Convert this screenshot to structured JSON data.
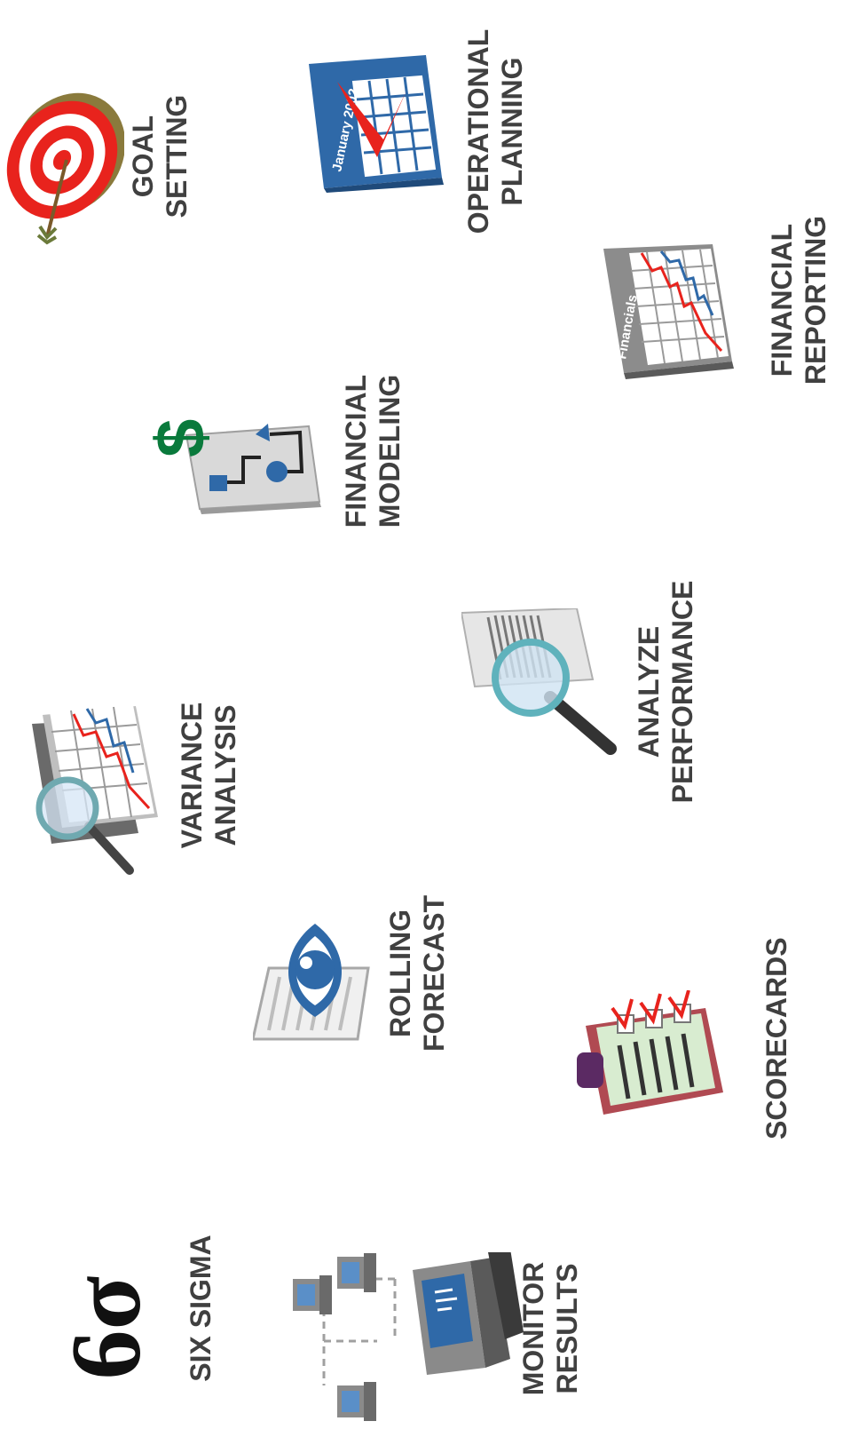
{
  "items": [
    {
      "id": "goal-setting",
      "lines": [
        "GOAL",
        "SETTING"
      ],
      "icon": "target-icon"
    },
    {
      "id": "operational-planning",
      "lines": [
        "OPERATIONAL",
        "PLANNING"
      ],
      "icon": "calendar-icon",
      "icon_text": "January 2002"
    },
    {
      "id": "financial-modeling",
      "lines": [
        "FINANCIAL",
        "MODELING"
      ],
      "icon": "dollar-flowchart-icon",
      "icon_text": "$"
    },
    {
      "id": "financial-reporting",
      "lines": [
        "FINANCIAL",
        "REPORTING"
      ],
      "icon": "financials-chart-icon",
      "icon_text": "Financials"
    },
    {
      "id": "variance-analysis",
      "lines": [
        "VARIANCE",
        "ANALYSIS"
      ],
      "icon": "magnified-chart-icon"
    },
    {
      "id": "analyze-performance",
      "lines": [
        "ANALYZE",
        "PERFORMANCE"
      ],
      "icon": "magnifier-document-icon"
    },
    {
      "id": "rolling-forecast",
      "lines": [
        "ROLLING",
        "FORECAST"
      ],
      "icon": "eye-document-icon"
    },
    {
      "id": "scorecards",
      "lines": [
        "SCORECARDS"
      ],
      "icon": "clipboard-checklist-icon"
    },
    {
      "id": "six-sigma",
      "lines": [
        "SIX SIGMA"
      ],
      "icon": "six-sigma-symbol",
      "icon_text": "6σ"
    },
    {
      "id": "monitor-results",
      "lines": [
        "MONITOR",
        "RESULTS"
      ],
      "icon": "network-computers-icon"
    }
  ],
  "colors": {
    "label": "#404040",
    "red": "#e8231d",
    "blue": "#2f69a8",
    "green": "#0a7a3c"
  }
}
